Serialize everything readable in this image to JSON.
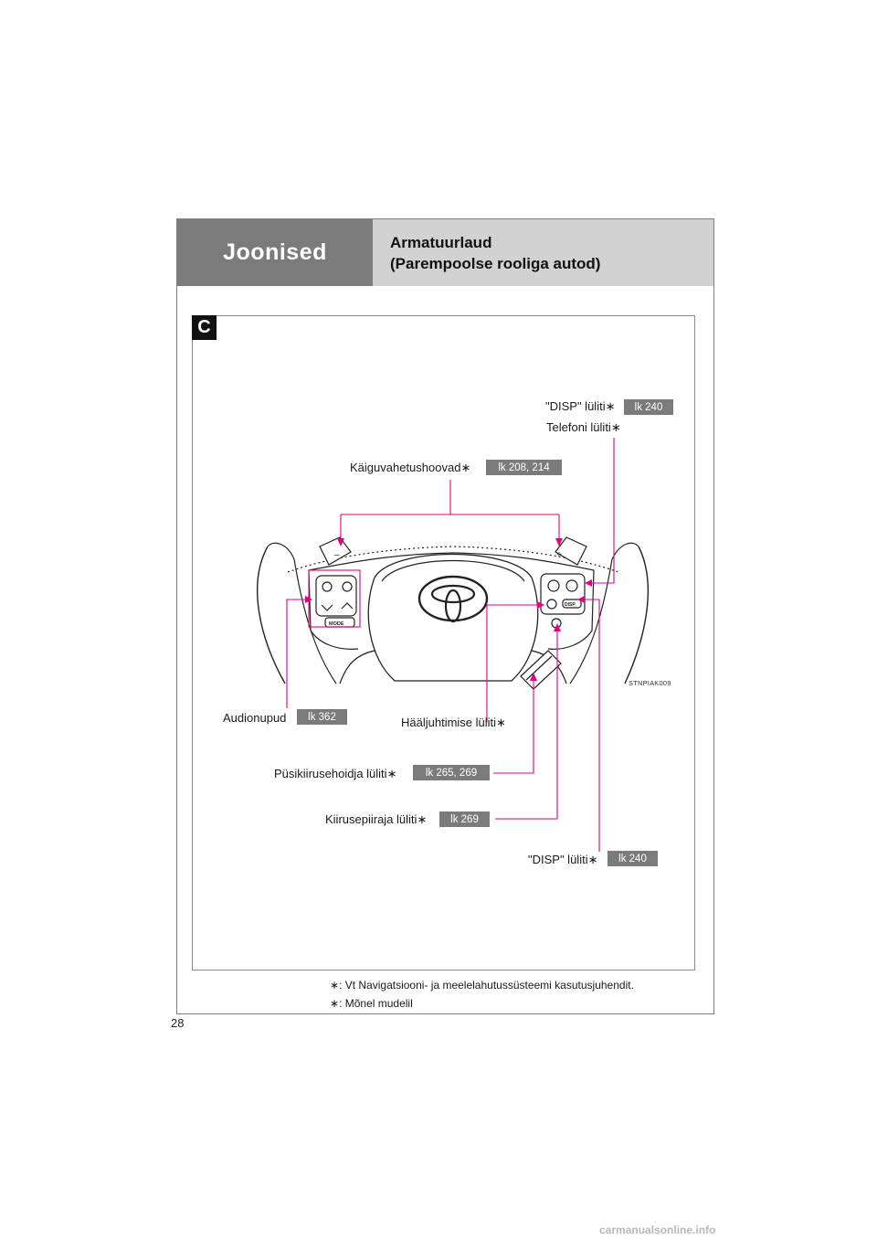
{
  "header": {
    "section": "Joonised",
    "title_line1": "Armatuurlaud",
    "title_line2": "(Parempoolse rooliga autod)"
  },
  "section_badge": "C",
  "diagram": {
    "image_code": "STNPIAK009",
    "wheel_marks": {
      "paddle_minus": "–",
      "paddle_plus": "+",
      "mode_button": "MODE",
      "disp_button": "DISP"
    },
    "callouts": {
      "disp_top": {
        "label": "\"DISP\" lüliti",
        "star": "∗",
        "ref": "lk 240"
      },
      "telephone": {
        "label": "Telefoni lüliti",
        "star": "∗"
      },
      "paddles": {
        "label": "Käiguvahetushoovad",
        "star": "∗",
        "ref": "lk 208, 214"
      },
      "audio": {
        "label": "Audionupud",
        "ref": "lk 362"
      },
      "voice": {
        "label": "Hääljuhtimise lüliti",
        "star": "∗"
      },
      "cruise": {
        "label": "Püsikiirusehoidja lüliti",
        "star": "∗",
        "ref": "lk 265, 269"
      },
      "limiter": {
        "label": "Kiirusepiiraja lüliti",
        "star": "∗",
        "ref": "lk 269"
      },
      "disp_bottom": {
        "label": "\"DISP\" lüliti",
        "star": "∗",
        "ref": "lk 240"
      }
    }
  },
  "footnotes": [
    {
      "star": "∗",
      "text": ": Vt Navigatsiooni- ja meelelahutussüsteemi kasutusjuhendit."
    },
    {
      "star": "∗",
      "text": ": Mõnel mudelil"
    }
  ],
  "page_number": "28",
  "watermark": "carmanualsonline.info",
  "colors": {
    "header_dark": "#7b7b7b",
    "header_light": "#d2d2d2",
    "leader_line": "#e4007f"
  }
}
